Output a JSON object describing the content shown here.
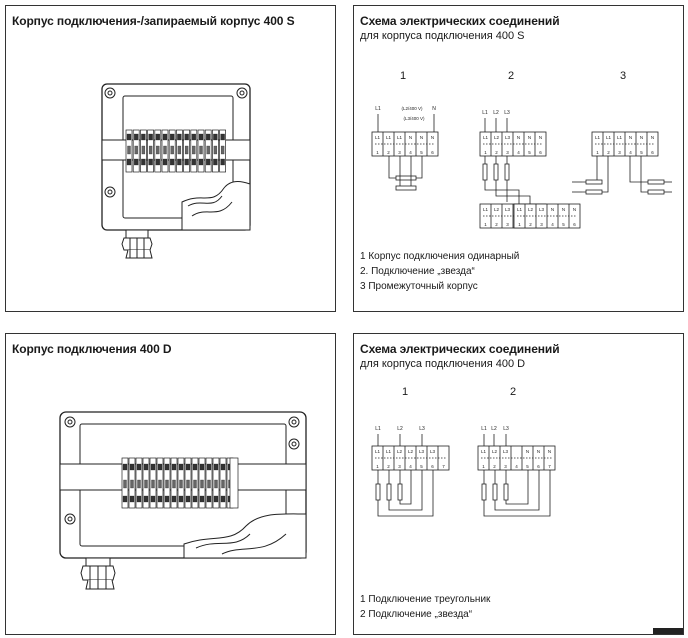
{
  "panel1": {
    "title": "Корпус подключения-/запираемый корпус 400 S"
  },
  "panel2": {
    "title": "Схема электрических соединений",
    "subtitle": "для корпуса подключения 400 S",
    "nums": [
      "1",
      "2",
      "3"
    ],
    "legend": [
      "1 Корпус подключения одинарный",
      "2. Подключение „звезда“",
      "3 Промежуточный корпус"
    ],
    "d1": {
      "top_labels": [
        "L1",
        "(L2/400 V)",
        "(L3/400 V)",
        "N"
      ],
      "terms": [
        "L1",
        "L1",
        "L1",
        "N",
        "N",
        "N"
      ],
      "nums": [
        "1",
        "2",
        "3",
        "4",
        "5",
        "6"
      ]
    },
    "d2": {
      "top_labels": [
        "L1",
        "L2",
        "L3"
      ],
      "terms": [
        "L1",
        "L2",
        "L3",
        "N",
        "N",
        "N"
      ],
      "nums": [
        "1",
        "2",
        "3",
        "4",
        "5",
        "6"
      ]
    },
    "d3": {
      "terms": [
        "L1",
        "L1",
        "L1",
        "N",
        "N",
        "N"
      ],
      "nums": [
        "1",
        "2",
        "3",
        "4",
        "5",
        "6"
      ]
    }
  },
  "panel3": {
    "title": "Корпус подключения 400 D"
  },
  "panel4": {
    "title": "Схема электрических соединений",
    "subtitle": "для корпуса подключения 400 D",
    "nums": [
      "1",
      "2"
    ],
    "legend": [
      "1 Подключение треугольник",
      "2 Подключение „звезда“"
    ],
    "d1": {
      "top_labels": [
        "L1",
        "L2",
        "L3"
      ],
      "terms": [
        "L1",
        "L1",
        "L2",
        "L2",
        "L3",
        "L3",
        ""
      ],
      "nums": [
        "1",
        "2",
        "3",
        "4",
        "5",
        "6",
        "7"
      ]
    },
    "d2": {
      "top_labels": [
        "L1",
        "L2",
        "L3"
      ],
      "terms": [
        "L1",
        "L2",
        "L3",
        "",
        "N",
        "N",
        "N"
      ],
      "nums": [
        "1",
        "2",
        "3",
        "4",
        "5",
        "6",
        "7"
      ]
    }
  }
}
